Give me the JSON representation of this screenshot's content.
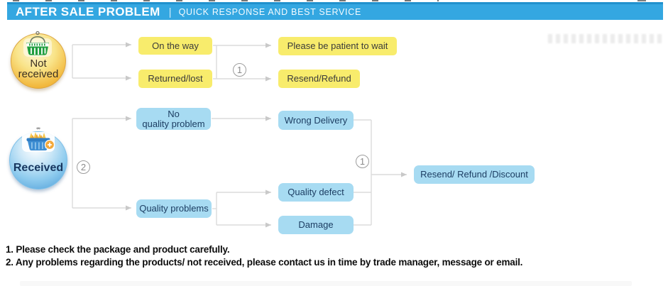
{
  "header": {
    "title": "AFTER SALE PROBLEM",
    "separator": "|",
    "subtitle": "QUICK RESPONSE AND BEST SERVICE"
  },
  "nodes": {
    "not_received": {
      "line1": "Not",
      "line2": "received"
    },
    "received": {
      "label": "Received"
    },
    "on_the_way": {
      "label": "On the way"
    },
    "returned_lost": {
      "label": "Returned/lost"
    },
    "please_wait": {
      "label": "Please be patient to wait"
    },
    "resend_refund": {
      "label": "Resend/Refund"
    },
    "no_quality_problem": {
      "line1": "No",
      "line2": "quality problem"
    },
    "quality_problems": {
      "label": "Quality problems"
    },
    "wrong_delivery": {
      "label": "Wrong Delivery"
    },
    "quality_defect": {
      "label": "Quality defect"
    },
    "damage": {
      "label": "Damage"
    },
    "resend_refund_discount": {
      "label": "Resend/ Refund /Discount"
    }
  },
  "markers": {
    "flow1_top": "1",
    "flow2": "2",
    "flow1_right": "1"
  },
  "icons": {
    "not_received": "green-basket-icon",
    "received": "blue-cart-with-goods-icon"
  },
  "notes": {
    "line1": "1. Please check the package and product carefully.",
    "line2": "2. Any problems regarding the products/ not received, please contact us in time by trade manager, message or email."
  },
  "colors": {
    "header_bg": "#34a7e1",
    "header_top_line": "#2191cd",
    "yellow_box": "#f8ec6c",
    "blue_box": "#a7dbf2",
    "connector_line": "#dcdcdc"
  }
}
